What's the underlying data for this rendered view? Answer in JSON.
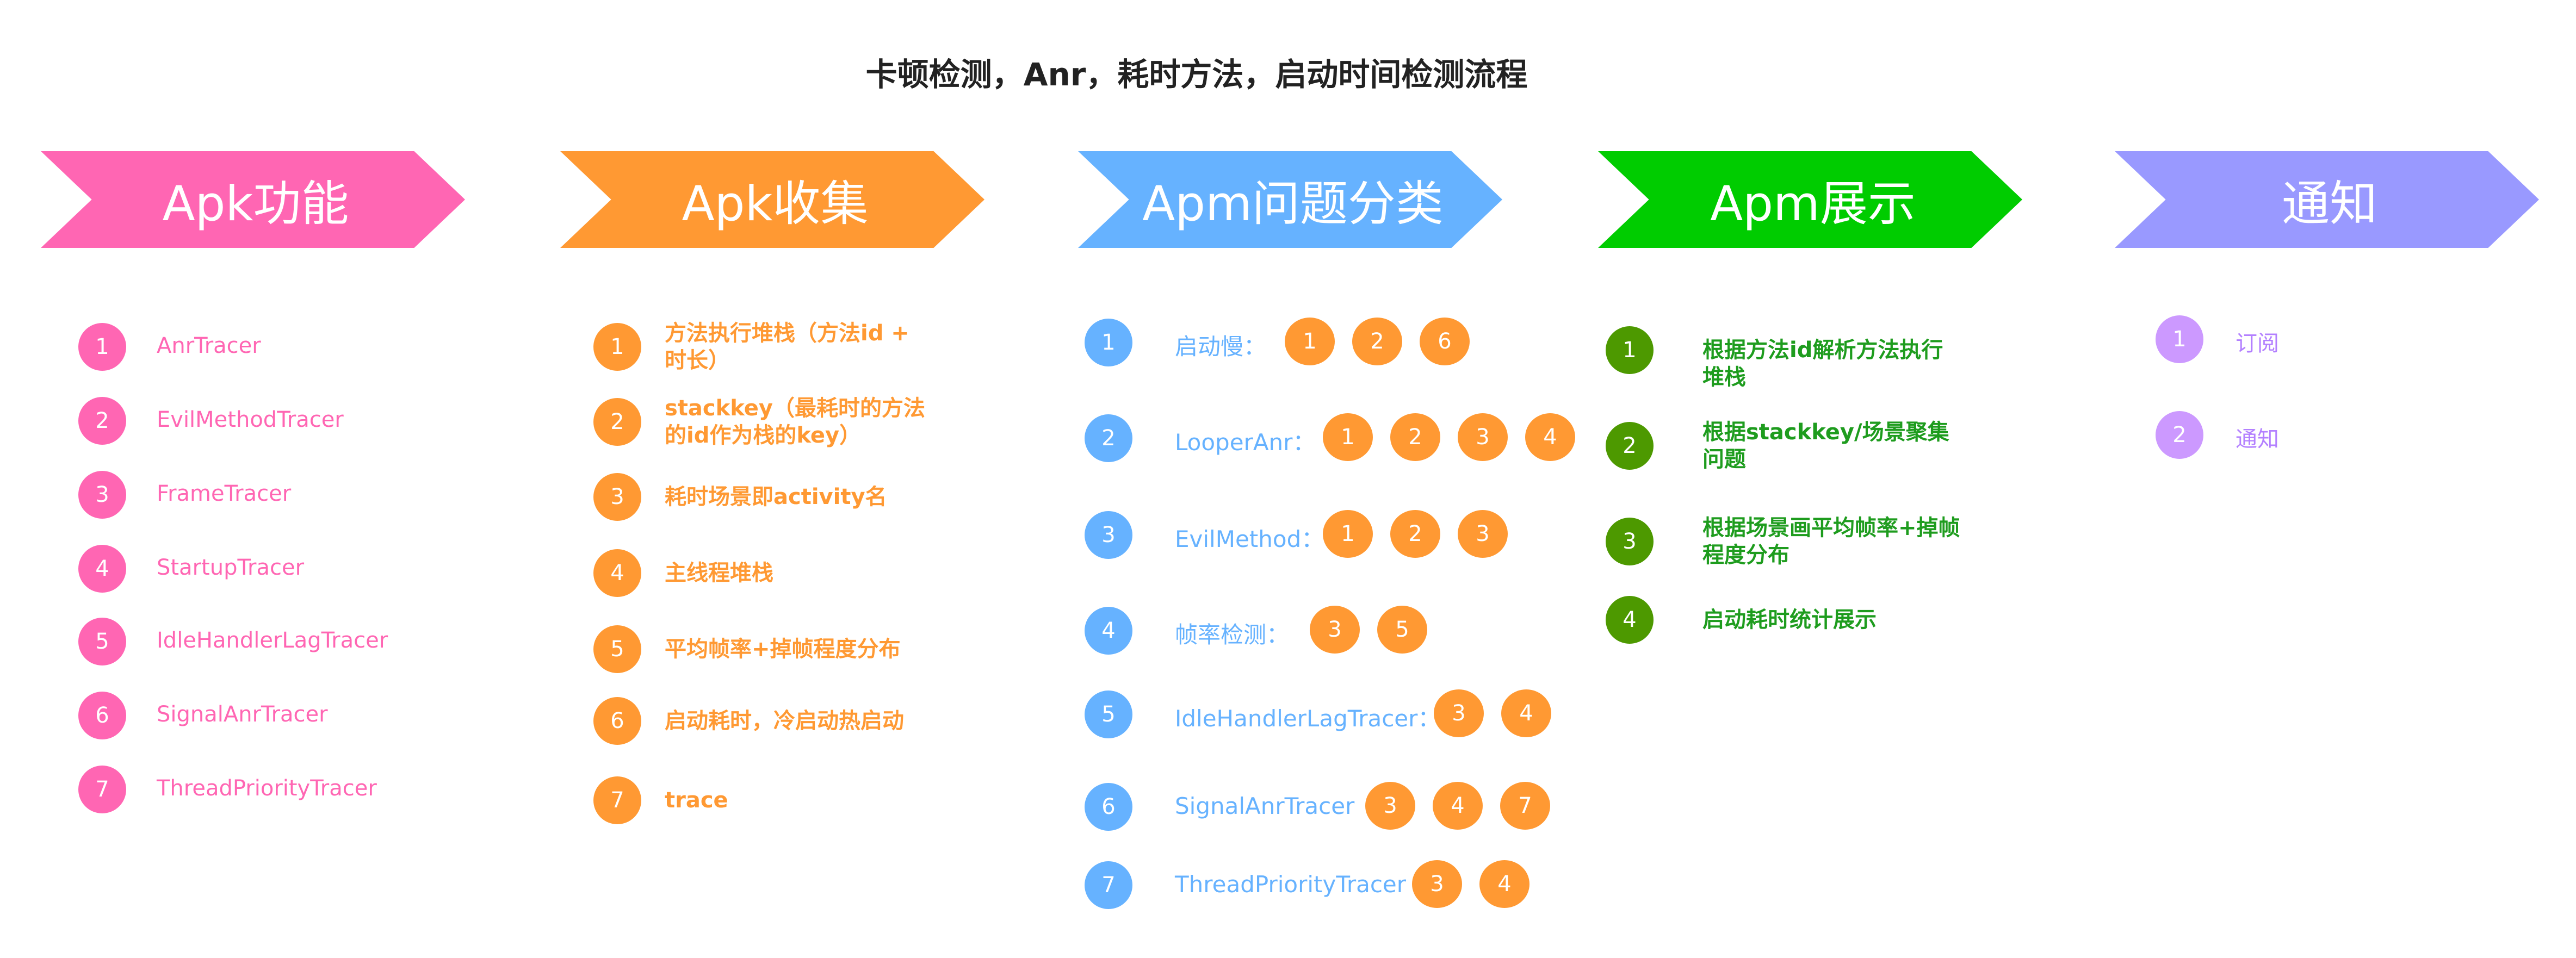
{
  "title": "卡顿检测，Anr，耗时方法，启动时间检测流程",
  "colors": {
    "pink": "#ff66b3",
    "orange": "#ff9933",
    "blue": "#66b2ff",
    "green_header": "#00cc00",
    "green_circle": "#4d9900",
    "green_text": "#1e9c1e",
    "purple_header": "#9999ff",
    "purple_circle": "#cc99ff",
    "purple_text": "#b380ff"
  },
  "columns": [
    {
      "header": "Apk功能",
      "items": [
        {
          "num": "1",
          "label": "AnrTracer"
        },
        {
          "num": "2",
          "label": "EvilMethodTracer"
        },
        {
          "num": "3",
          "label": "FrameTracer"
        },
        {
          "num": "4",
          "label": "StartupTracer"
        },
        {
          "num": "5",
          "label": "IdleHandlerLagTracer"
        },
        {
          "num": "6",
          "label": "SignalAnrTracer"
        },
        {
          "num": "7",
          "label": "ThreadPriorityTracer"
        }
      ]
    },
    {
      "header": "Apk收集",
      "items": [
        {
          "num": "1",
          "label": "方法执行堆栈（方法id + 时长）"
        },
        {
          "num": "2",
          "label": "stackkey（最耗时的方法的id作为栈的key）"
        },
        {
          "num": "3",
          "label": "耗时场景即activity名"
        },
        {
          "num": "4",
          "label": "主线程堆栈"
        },
        {
          "num": "5",
          "label": "平均帧率+掉帧程度分布"
        },
        {
          "num": "6",
          "label": "启动耗时，冷启动热启动"
        },
        {
          "num": "7",
          "label": "trace"
        }
      ]
    },
    {
      "header": "Apm问题分类",
      "items": [
        {
          "num": "1",
          "label": "启动慢：",
          "refs": [
            "1",
            "2",
            "6"
          ]
        },
        {
          "num": "2",
          "label": "LooperAnr：",
          "refs": [
            "1",
            "2",
            "3",
            "4"
          ]
        },
        {
          "num": "3",
          "label": "EvilMethod：",
          "refs": [
            "1",
            "2",
            "3"
          ]
        },
        {
          "num": "4",
          "label": "帧率检测：",
          "refs": [
            "3",
            "5"
          ]
        },
        {
          "num": "5",
          "label": "IdleHandlerLagTracer：",
          "refs": [
            "3",
            "4"
          ]
        },
        {
          "num": "6",
          "label": "SignalAnrTracer",
          "refs": [
            "3",
            "4",
            "7"
          ]
        },
        {
          "num": "7",
          "label": "ThreadPriorityTracer",
          "refs": [
            "3",
            "4"
          ]
        }
      ]
    },
    {
      "header": "Apm展示",
      "items": [
        {
          "num": "1",
          "label": "根据方法id解析方法执行堆栈"
        },
        {
          "num": "2",
          "label": "根据stackkey/场景聚集问题"
        },
        {
          "num": "3",
          "label": "根据场景画平均帧率+掉帧程度分布"
        },
        {
          "num": "4",
          "label": "启动耗时统计展示"
        }
      ]
    },
    {
      "header": "通知",
      "items": [
        {
          "num": "1",
          "label": "订阅"
        },
        {
          "num": "2",
          "label": "通知"
        }
      ]
    }
  ]
}
